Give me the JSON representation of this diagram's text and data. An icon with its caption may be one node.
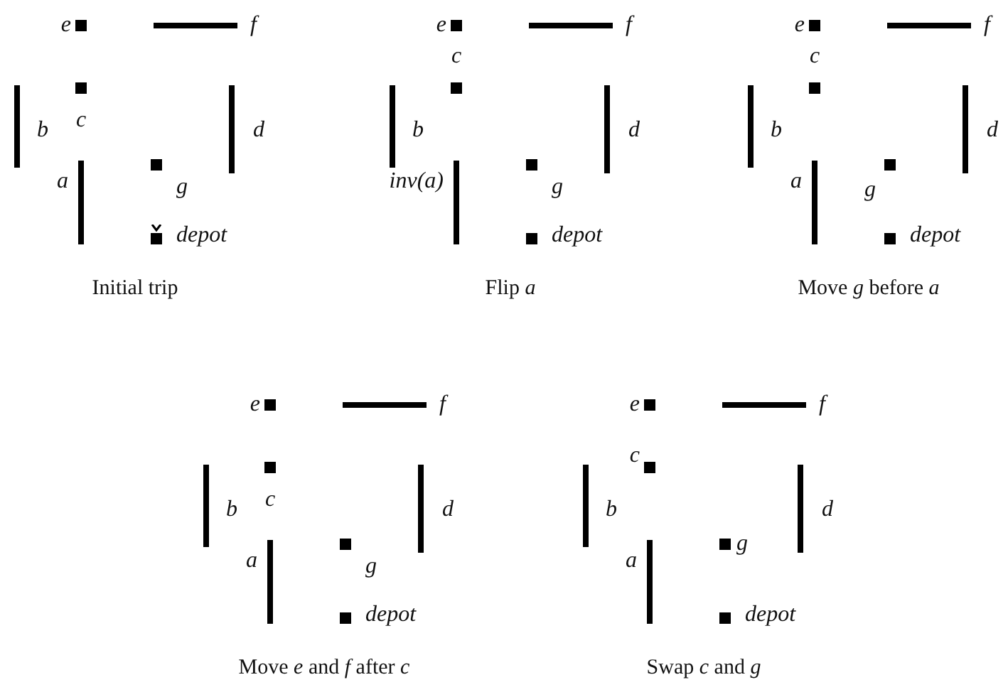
{
  "diagram": {
    "labels": [
      "e",
      "f",
      "c",
      "b",
      "d",
      "a",
      "g",
      "depot",
      "Initial trip",
      "e",
      "f",
      "c",
      "b",
      "d",
      "inv(a)",
      "g",
      "depot",
      "Flip *a*",
      "e",
      "f",
      "c",
      "b",
      "d",
      "a",
      "g",
      "depot",
      "Move *g* before *a*",
      "e",
      "f",
      "c",
      "b",
      "d",
      "a",
      "g",
      "depot",
      "Move *e* and *f* after *c*",
      "e",
      "f",
      "c",
      "b",
      "d",
      "a",
      "g",
      "depot",
      "Swap *c* and *g*"
    ]
  }
}
